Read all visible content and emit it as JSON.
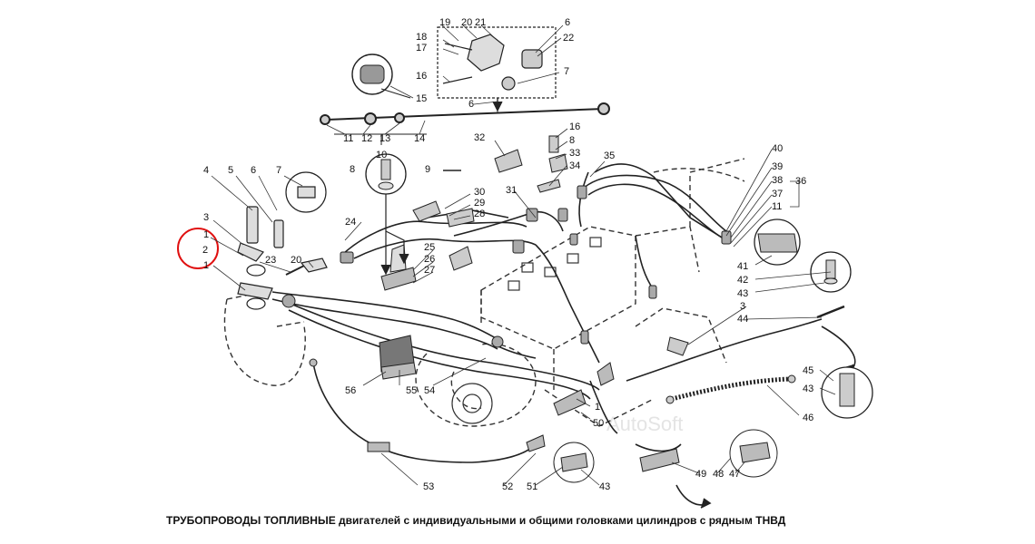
{
  "caption": "ТРУБОПРОВОДЫ ТОПЛИВНЫЕ двигателей с индивидуальными и общими головками цилиндров с рядным ТНВД",
  "watermark": "AutoSoft",
  "highlight_color": "#e01010",
  "line_color": "#222222",
  "callouts": {
    "top_assembly": [
      "19",
      "20",
      "21",
      "6",
      "22",
      "18",
      "17",
      "16",
      "7",
      "15",
      "6"
    ],
    "top_pipe": [
      "11",
      "12",
      "13",
      "14",
      "10"
    ],
    "fasteners_upper": [
      "8",
      "9",
      "16",
      "8",
      "32",
      "33",
      "34",
      "35"
    ],
    "fasteners_mid": [
      "30",
      "29",
      "28",
      "31",
      "24",
      "25",
      "26",
      "27"
    ],
    "left_group": [
      "4",
      "5",
      "6",
      "7",
      "3",
      "1",
      "2",
      "1",
      "23",
      "20"
    ],
    "right_group": [
      "40",
      "39",
      "38",
      "37",
      "11",
      "36",
      "41",
      "42",
      "43",
      "3",
      "44",
      "45",
      "43",
      "46"
    ],
    "bottom_group": [
      "56",
      "55",
      "54",
      "1",
      "50",
      "53",
      "52",
      "51",
      "43",
      "49",
      "48",
      "47"
    ]
  },
  "highlighted_callout": "2"
}
